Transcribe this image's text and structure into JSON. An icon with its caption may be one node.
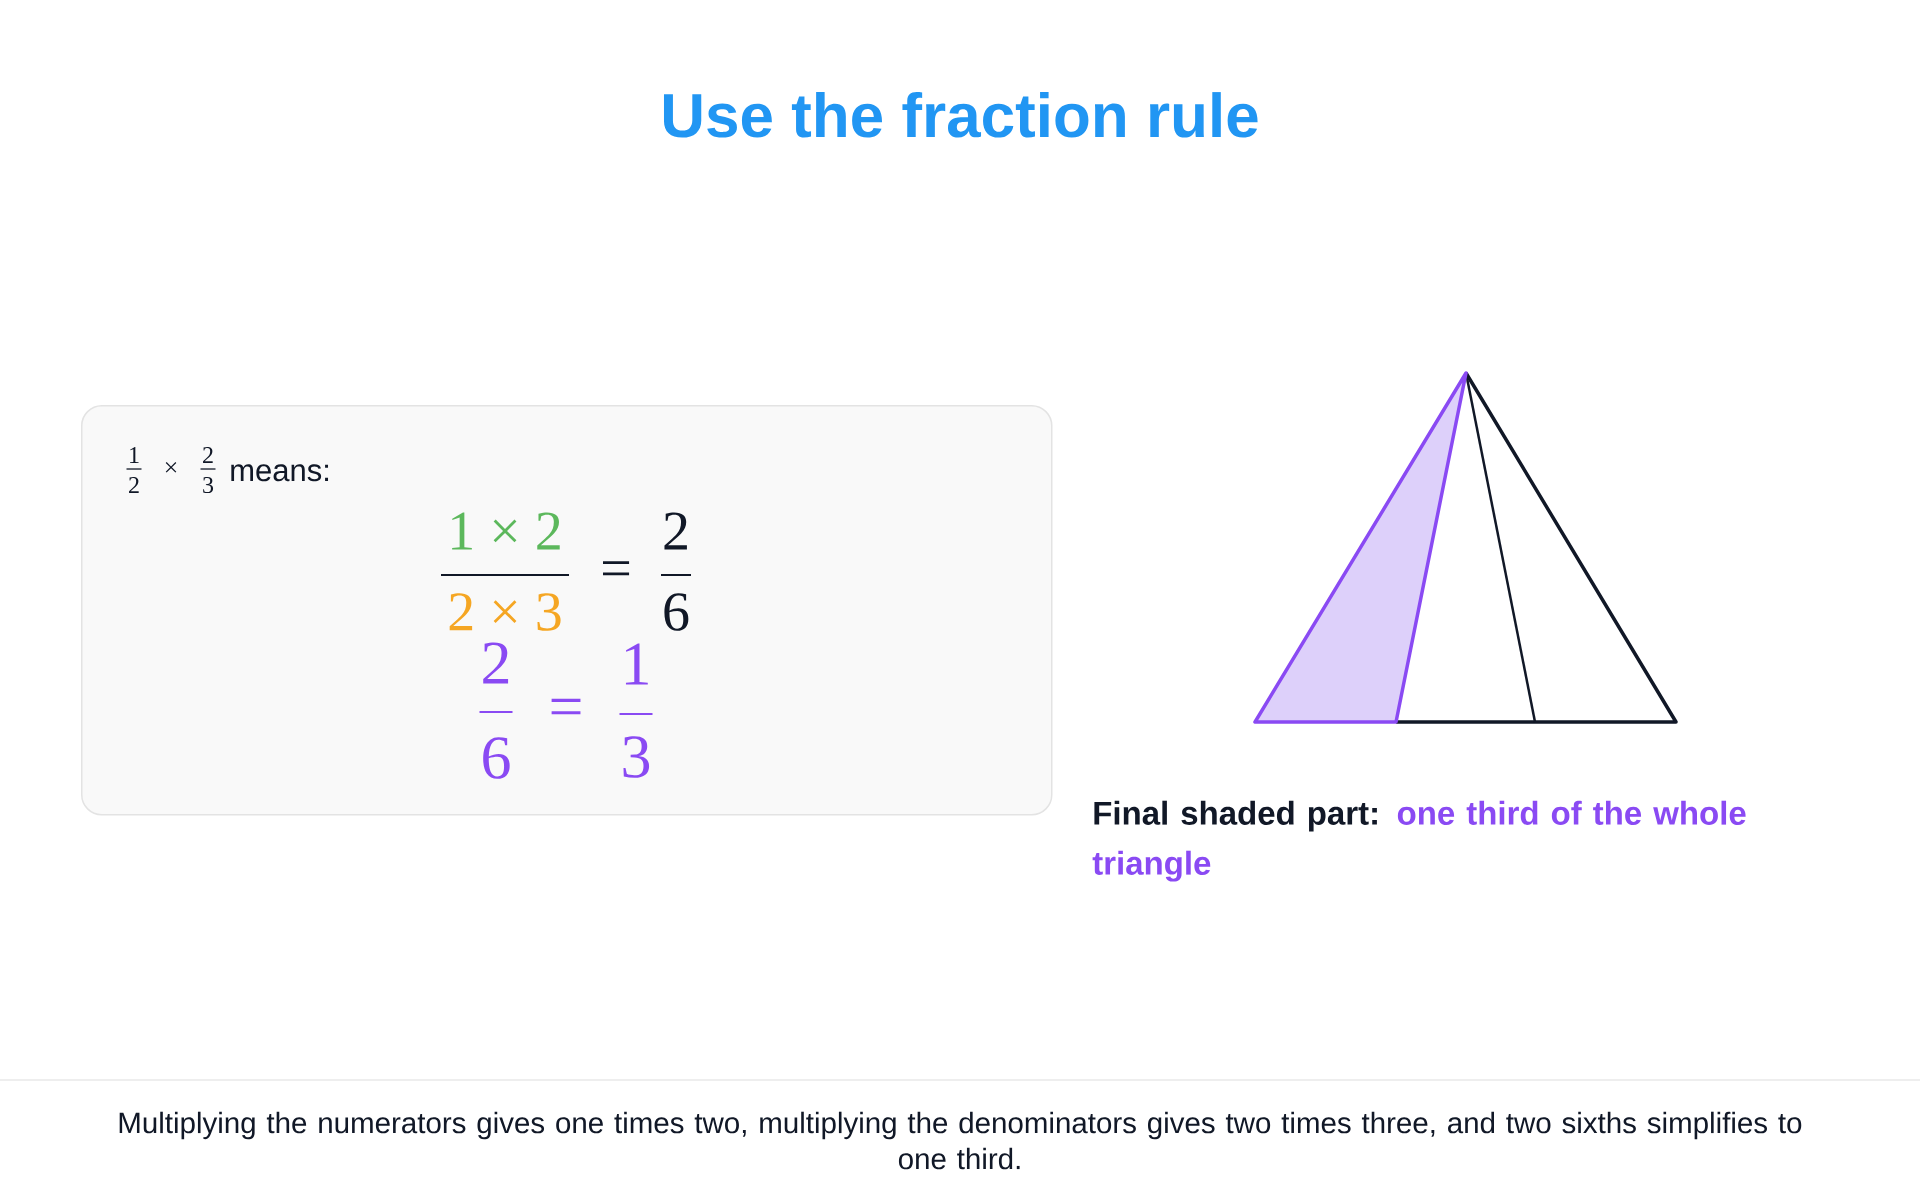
{
  "diagram": {
    "title": "Use the fraction rule",
    "caption": "Multiplying the numerators gives one times two, multiplying the denominators gives two times three, and two sixths simplifies to one third.",
    "nodes": [
      {
        "text": [
          "1",
          "2",
          "×",
          "2",
          "3",
          "means:",
          "1 × 2",
          "2 × 3",
          "=",
          "2",
          "6",
          "2",
          "6",
          "=",
          "1",
          "3"
        ]
      }
    ],
    "labels": [
      "Final shaded part:",
      "one third of the whole triangle"
    ]
  }
}
